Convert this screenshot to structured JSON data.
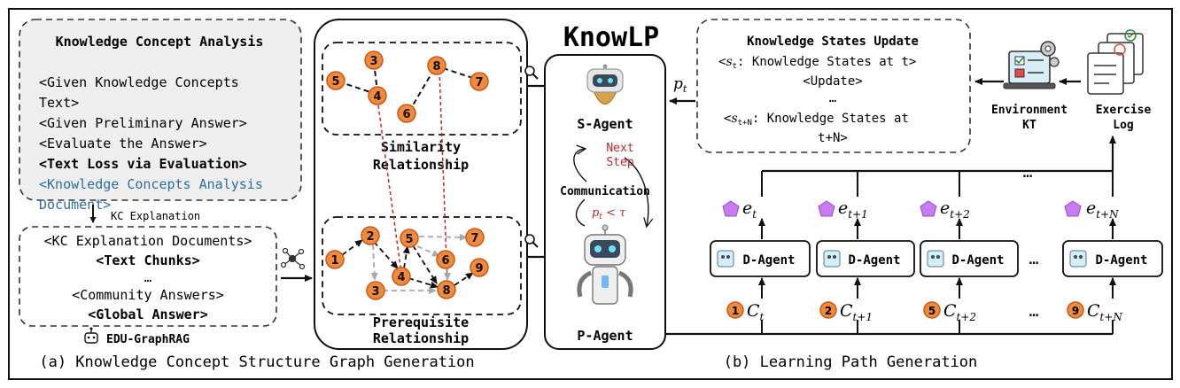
{
  "figure_title": "KnowLP",
  "colors": {
    "node_fill": "#F08A3C",
    "node_stroke": "#C9581B",
    "blue_text": "#2E6E9E",
    "red_text": "#C0262A",
    "grey_arrow": "#A9A9A9",
    "pentagon": "#C77DF0",
    "panel_fill": "#EFEFEF"
  },
  "left": {
    "kca": {
      "title": "Knowledge Concept Analysis",
      "lines": [
        "<Given Knowledge Concepts",
        "Text>",
        "<Given Preliminary Answer>",
        "<Evaluate the Answer>"
      ],
      "bold_line": "<Text Loss via Evaluation>",
      "blue_lines": [
        "<Knowledge Concepts Analysis",
        "Document>"
      ]
    },
    "kc_explanation_label": "KC Explanation",
    "kce": {
      "line1": "<KC Explanation Documents>",
      "line2": "<Text Chunks>",
      "line3": "…",
      "line4": "<Community Answers>",
      "line5": "<Global Answer>"
    },
    "graphrag_label": "EDU-GraphRAG",
    "caption": "(a) Knowledge Concept Structure Graph Generation"
  },
  "graphs": {
    "similarity_label": [
      "Similarity",
      "Relationship"
    ],
    "prerequisite_label": [
      "Prerequisite",
      "Relationship"
    ],
    "similarity_nodes": [
      "3",
      "5",
      "4",
      "8",
      "7",
      "6"
    ],
    "prerequisite_nodes": [
      "1",
      "2",
      "5",
      "7",
      "6",
      "9",
      "4",
      "3",
      "8"
    ]
  },
  "agents": {
    "s_agent": "S-Agent",
    "p_agent": "P-Agent",
    "next_step": [
      "Next",
      "Step"
    ],
    "communication": "Communication",
    "condition": "p",
    "condition_sub": "t",
    "condition_rest": " < τ"
  },
  "right": {
    "ksu": {
      "title": "Knowledge States Update",
      "line1_var": "s",
      "line1_sub": "t",
      "line1_rest": ": Knowledge States at t>",
      "line2": "<Update>",
      "line3": "…",
      "line4_var": "s",
      "line4_sub": "t+N",
      "line4_rest": ": Knowledge States at",
      "line5": "t+N>"
    },
    "pt_var": "p",
    "pt_sub": "t",
    "environment": [
      "Environment",
      "KT"
    ],
    "exercise": [
      "Exercise",
      "Log"
    ],
    "d_agent": "D-Agent",
    "e_labels": [
      {
        "var": "e",
        "sub": "t"
      },
      {
        "var": "e",
        "sub": "t+1"
      },
      {
        "var": "e",
        "sub": "t+2"
      },
      {
        "var": "e",
        "sub": "t+N"
      }
    ],
    "c_labels": [
      {
        "num": "1",
        "var": "C",
        "sub": "t"
      },
      {
        "num": "2",
        "var": "C",
        "sub": "t+1"
      },
      {
        "num": "5",
        "var": "C",
        "sub": "t+2"
      },
      {
        "num": "9",
        "var": "C",
        "sub": "t+N"
      }
    ],
    "ellipsis": "…",
    "caption": "(b) Learning Path Generation"
  }
}
